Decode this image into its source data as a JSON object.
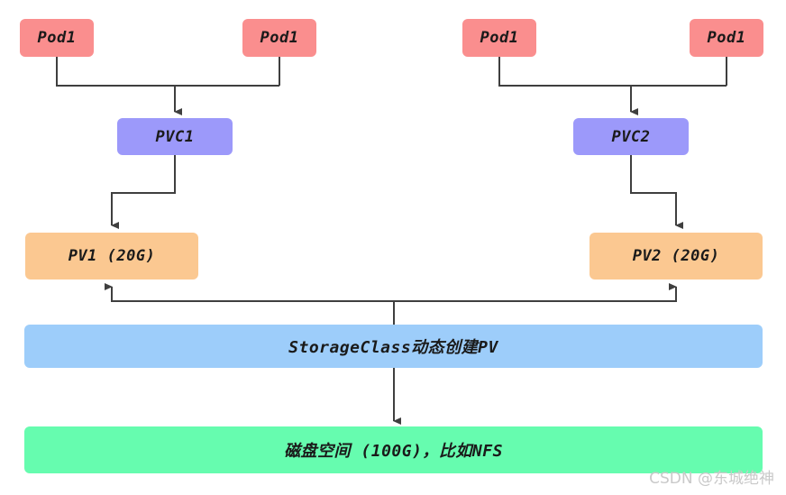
{
  "diagram": {
    "title": "Kubernetes StorageClass dynamic provisioning diagram",
    "colors": {
      "pod": "#FA8E8E",
      "pvc": "#9C99FA",
      "pv": "#FBC891",
      "storageclass": "#9DCDFA",
      "disk": "#66FCAF",
      "edge": "#3f3f3f",
      "watermark": "#c9c9c9",
      "background": "#ffffff"
    },
    "pods": [
      {
        "id": "pod-1",
        "label": "Pod1"
      },
      {
        "id": "pod-2",
        "label": "Pod1"
      },
      {
        "id": "pod-3",
        "label": "Pod1"
      },
      {
        "id": "pod-4",
        "label": "Pod1"
      }
    ],
    "pvcs": [
      {
        "id": "pvc-1",
        "label": "PVC1"
      },
      {
        "id": "pvc-2",
        "label": "PVC2"
      }
    ],
    "pvs": [
      {
        "id": "pv-1",
        "label": "PV1 (20G)",
        "capacity": "20G"
      },
      {
        "id": "pv-2",
        "label": "PV2 (20G)",
        "capacity": "20G"
      }
    ],
    "storage_class": {
      "id": "storageclass-bar",
      "label": "StorageClass动态创建PV"
    },
    "disk": {
      "id": "disk-bar",
      "label": "磁盘空间 (100G)，比如NFS",
      "capacity": "100G",
      "backend": "NFS"
    },
    "watermark": "CSDN @东城绝神"
  }
}
